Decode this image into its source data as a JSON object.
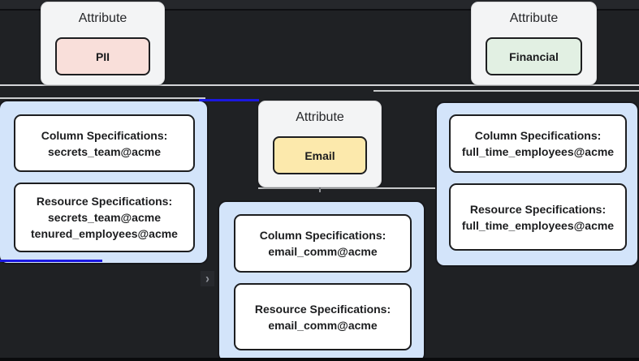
{
  "diagram": {
    "attributes": {
      "pii": {
        "title": "Attribute",
        "label": "PII",
        "color": "#f9dfda"
      },
      "financial": {
        "title": "Attribute",
        "label": "Financial",
        "color": "#e2f0e3"
      },
      "email": {
        "title": "Attribute",
        "label": "Email",
        "color": "#fce9ac"
      }
    },
    "groups": {
      "pii": {
        "column_label": "Column Specifications:",
        "column_value": "secrets_team@acme",
        "resource_label": "Resource Specifications:",
        "resource_values": [
          "secrets_team@acme",
          "tenured_employees@acme"
        ]
      },
      "email": {
        "column_label": "Column Specifications:",
        "column_value": "email_comm@acme",
        "resource_label": "Resource Specifications:",
        "resource_values": [
          "email_comm@acme"
        ]
      },
      "financial": {
        "column_label": "Column Specifications:",
        "column_value": "full_time_employees@acme",
        "resource_label": "Resource Specifications:",
        "resource_values": [
          "full_time_employees@acme"
        ]
      }
    },
    "icons": {
      "arrow_right": "›"
    },
    "colors": {
      "background": "#1f2124",
      "container_blue": "#d3e4fa",
      "edge_blue": "#1b18e0"
    }
  }
}
